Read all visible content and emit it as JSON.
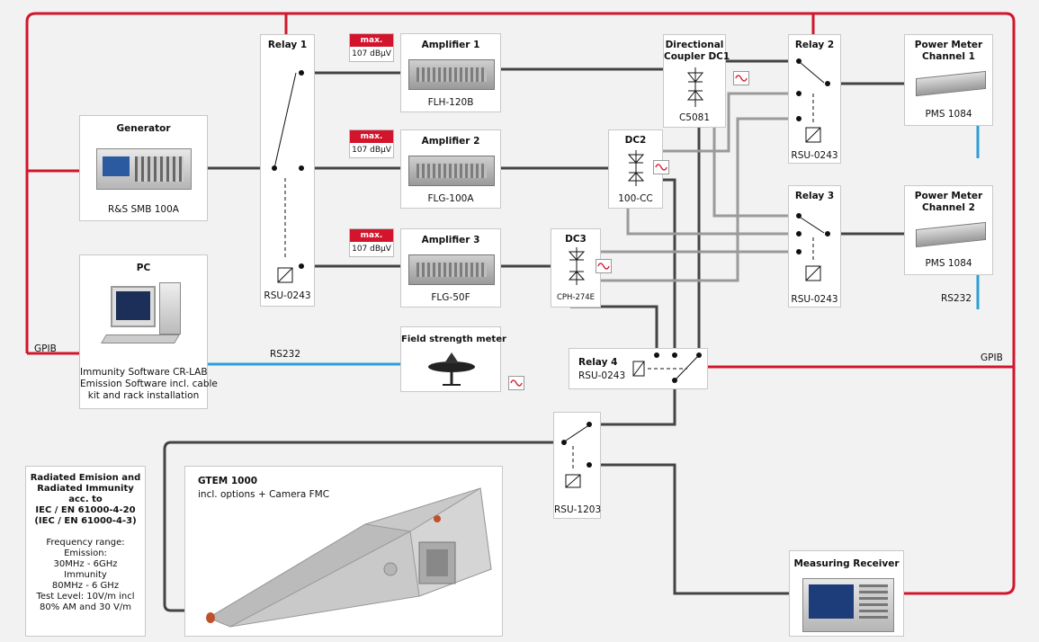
{
  "colors": {
    "gpib": "#d2152c",
    "rs232": "#2a9fd8",
    "rf": "#444444",
    "rf_light": "#9a9a9a"
  },
  "generator": {
    "title": "Generator",
    "model": "R&S SMB 100A"
  },
  "pc": {
    "title": "PC",
    "desc": [
      "Immunity Software CR-LAB",
      "Emission Software incl. cable",
      "kit and rack installation"
    ]
  },
  "relay1": {
    "title": "Relay 1",
    "model": "RSU-0243"
  },
  "amp1": {
    "title": "Amplifier 1",
    "model": "FLH-120B",
    "max_label": "max.",
    "max_value": "107 dBµV"
  },
  "amp2": {
    "title": "Amplifier 2",
    "model": "FLG-100A",
    "max_label": "max.",
    "max_value": "107 dBµV"
  },
  "amp3": {
    "title": "Amplifier 3",
    "model": "FLG-50F",
    "max_label": "max.",
    "max_value": "107 dBµV"
  },
  "dc1": {
    "title_1": "Directional",
    "title_2": "Coupler DC1",
    "model": "C5081"
  },
  "dc2": {
    "title": "DC2",
    "model": "100-CC"
  },
  "dc3": {
    "title": "DC3",
    "model": "CPH-274E"
  },
  "relay2": {
    "title": "Relay 2",
    "model": "RSU-0243"
  },
  "relay3": {
    "title": "Relay 3",
    "model": "RSU-0243"
  },
  "relay4": {
    "title": "Relay 4",
    "model": "RSU-0243"
  },
  "relay5": {
    "model": "RSU-1203"
  },
  "pm1": {
    "title_1": "Power Meter",
    "title_2": "Channel 1",
    "model": "PMS 1084"
  },
  "pm2": {
    "title_1": "Power Meter",
    "title_2": "Channel 2",
    "model": "PMS 1084"
  },
  "fsm": {
    "title": "Field strength meter"
  },
  "gtem": {
    "title": "GTEM 1000",
    "subtitle": "incl. options + Camera FMC"
  },
  "receiver": {
    "title": "Measuring Receiver"
  },
  "labels": {
    "gpib_left": "GPIB",
    "gpib_right": "GPIB",
    "rs232_pc": "RS232",
    "rs232_pm": "RS232"
  },
  "info": {
    "lines_bold": [
      "Radiated Emision and",
      "Radiated Immunity",
      "acc. to",
      "IEC / EN 61000-4-20",
      "(IEC / EN 61000-4-3)"
    ],
    "lines": [
      "Frequency range:",
      "Emission:",
      "30MHz - 6GHz",
      "Immunity",
      "80MHz - 6 GHz",
      "Test Level: 10V/m incl",
      "80% AM and 30 V/m"
    ]
  }
}
